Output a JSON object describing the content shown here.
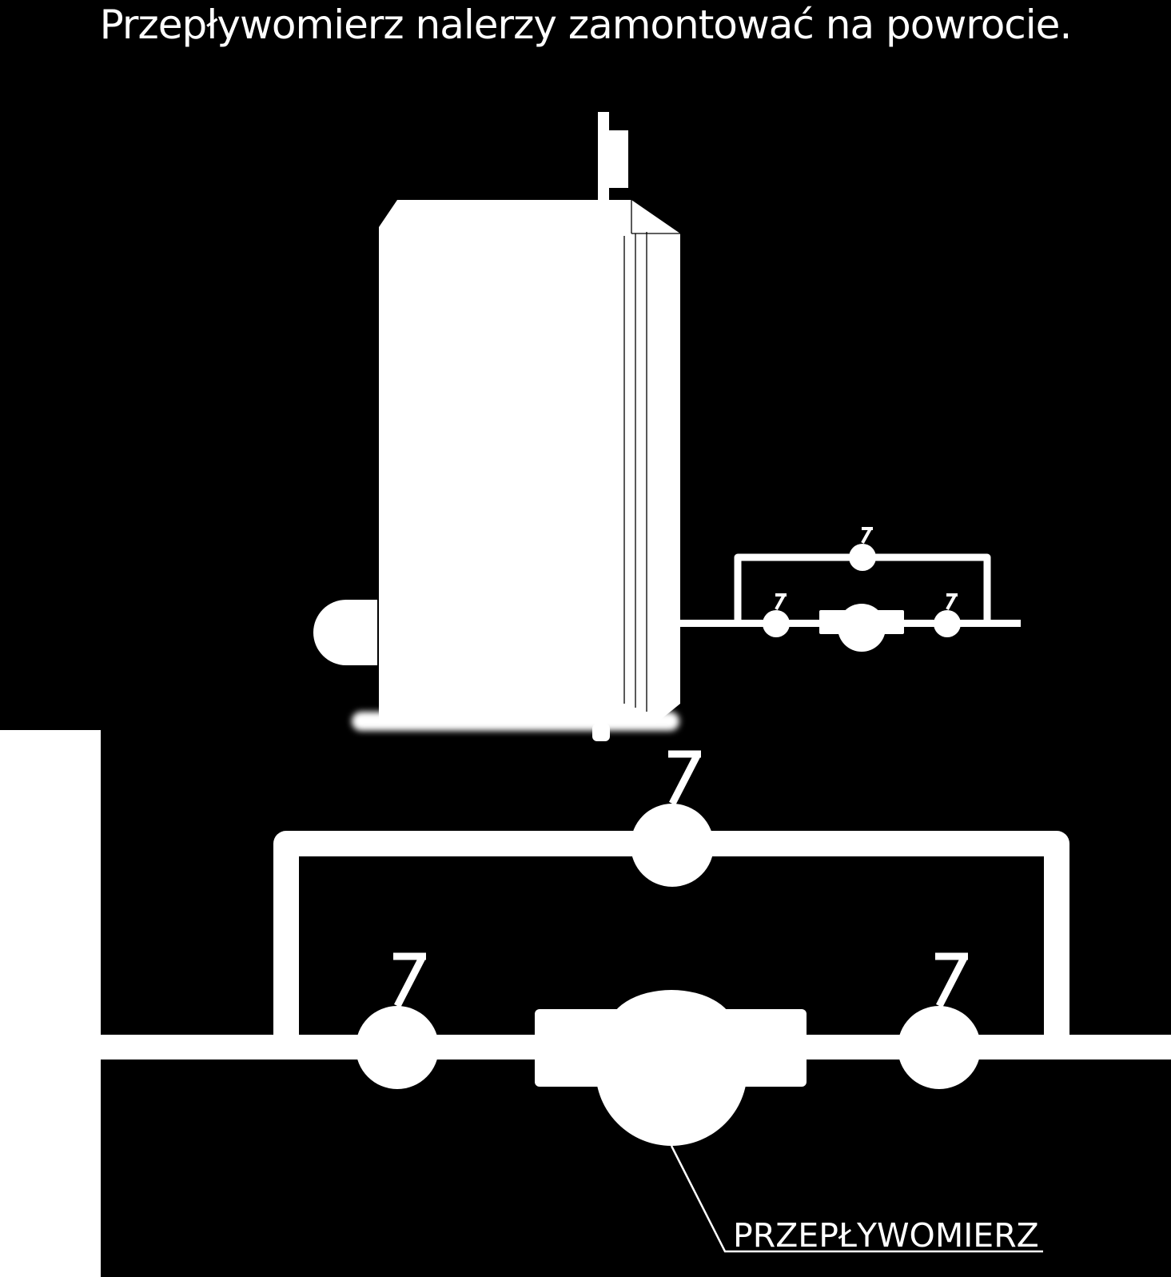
{
  "title": "Przepływomierz nalerzy zamontować na powrocie.",
  "labels": {
    "flowmeter": "PRZEPŁYWOMIERZ"
  },
  "colors": {
    "background": "#000000",
    "foreground": "#ffffff"
  },
  "components": {
    "boiler": "boiler",
    "flue": "flue-pipe",
    "burner": "burner",
    "valves": "ball-valve-icon",
    "meter": "flowmeter-icon"
  }
}
